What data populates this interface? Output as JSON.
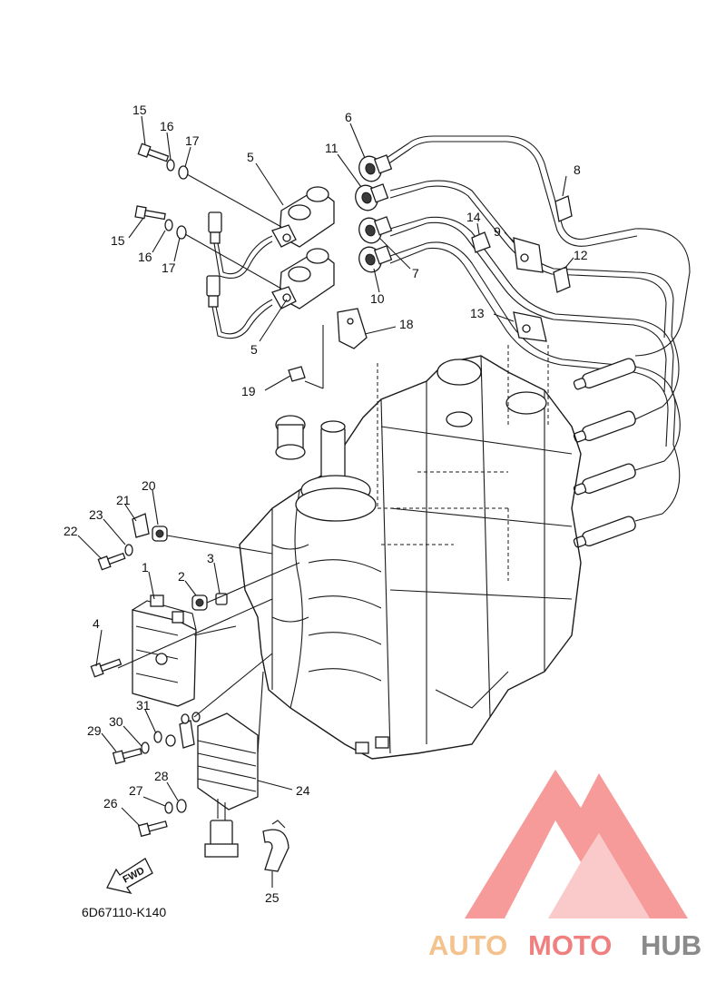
{
  "diagram": {
    "callouts": [
      {
        "id": "c15a",
        "text": "15"
      },
      {
        "id": "c16a",
        "text": "16"
      },
      {
        "id": "c17a",
        "text": "17"
      },
      {
        "id": "c6",
        "text": "6"
      },
      {
        "id": "c11",
        "text": "11"
      },
      {
        "id": "c5a",
        "text": "5"
      },
      {
        "id": "c8",
        "text": "8"
      },
      {
        "id": "c14",
        "text": "14"
      },
      {
        "id": "c9",
        "text": "9"
      },
      {
        "id": "c12",
        "text": "12"
      },
      {
        "id": "c15b",
        "text": "15"
      },
      {
        "id": "c16b",
        "text": "16"
      },
      {
        "id": "c17b",
        "text": "17"
      },
      {
        "id": "c7",
        "text": "7"
      },
      {
        "id": "c10",
        "text": "10"
      },
      {
        "id": "c13",
        "text": "13"
      },
      {
        "id": "c18",
        "text": "18"
      },
      {
        "id": "c5b",
        "text": "5"
      },
      {
        "id": "c19",
        "text": "19"
      },
      {
        "id": "c20",
        "text": "20"
      },
      {
        "id": "c21",
        "text": "21"
      },
      {
        "id": "c23",
        "text": "23"
      },
      {
        "id": "c22",
        "text": "22"
      },
      {
        "id": "c3",
        "text": "3"
      },
      {
        "id": "c1",
        "text": "1"
      },
      {
        "id": "c2",
        "text": "2"
      },
      {
        "id": "c4",
        "text": "4"
      },
      {
        "id": "c31",
        "text": "31"
      },
      {
        "id": "c30",
        "text": "30"
      },
      {
        "id": "c29",
        "text": "29"
      },
      {
        "id": "c28",
        "text": "28"
      },
      {
        "id": "c24",
        "text": "24"
      },
      {
        "id": "c27",
        "text": "27"
      },
      {
        "id": "c26",
        "text": "26"
      },
      {
        "id": "c25",
        "text": "25"
      }
    ],
    "fwd_label": "FWD",
    "drawing_code": "6D67110-K140"
  },
  "watermark": {
    "part_a": "AUTO",
    "part_b": "MOTO",
    "part_c": "HUB",
    "colors": {
      "auto": "#f4c28d",
      "moto": "#f08080",
      "hub": "#8a8a8a",
      "logo": "#f26b6b"
    }
  }
}
